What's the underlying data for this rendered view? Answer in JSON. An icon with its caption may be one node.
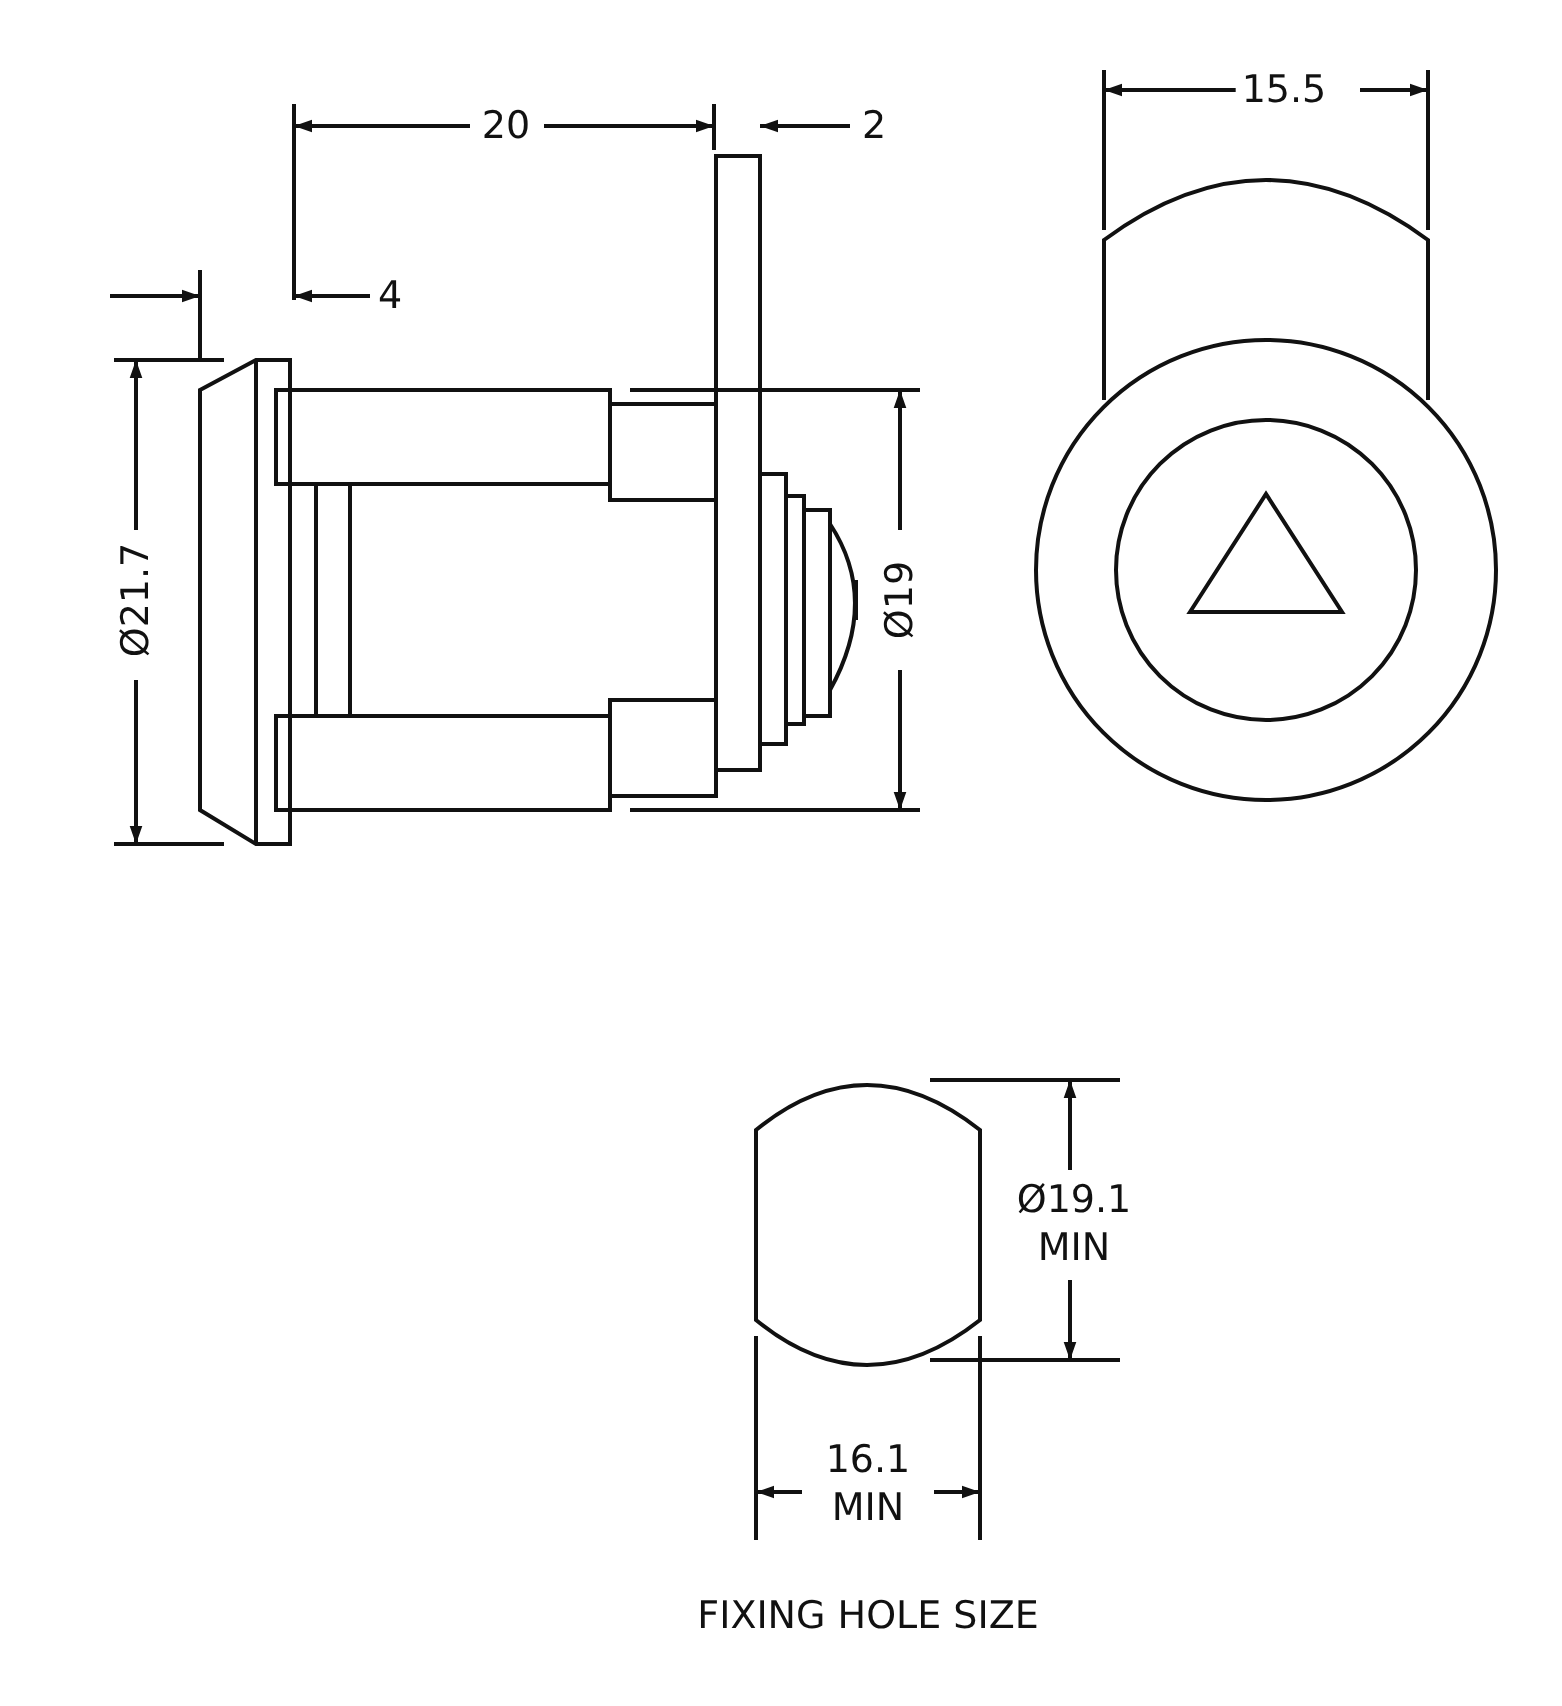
{
  "diagram": {
    "caption": "FIXING HOLE SIZE",
    "labels": [
      "20",
      "2",
      "15.5",
      "4",
      "Ø21.7",
      "Ø19",
      "Ø19.1 MIN",
      "16.1 MIN"
    ]
  }
}
